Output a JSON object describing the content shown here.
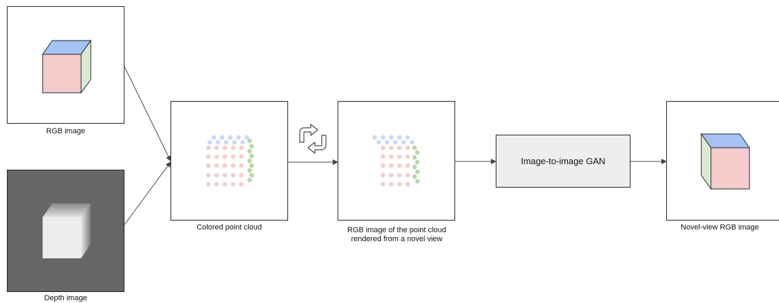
{
  "captions": {
    "rgb_image": "RGB image",
    "depth_image": "Depth image",
    "point_cloud": "Colored point cloud",
    "rendered_view": "RGB image of the point cloud rendered from a novel view",
    "gan": "Image-to-image GAN",
    "novel_view": "Novel-view RGB image"
  },
  "colors": {
    "cube_front": "#f4cccc",
    "cube_top": "#a4c2f4",
    "cube_side": "#d9ead3",
    "point_red": "#f4cccc",
    "point_blue": "#c9daf8",
    "point_green": "#b6d7a8",
    "depth_background": "#666666",
    "gan_fill": "#eeeeee"
  },
  "icons": {
    "refresh": "refresh-icon"
  }
}
